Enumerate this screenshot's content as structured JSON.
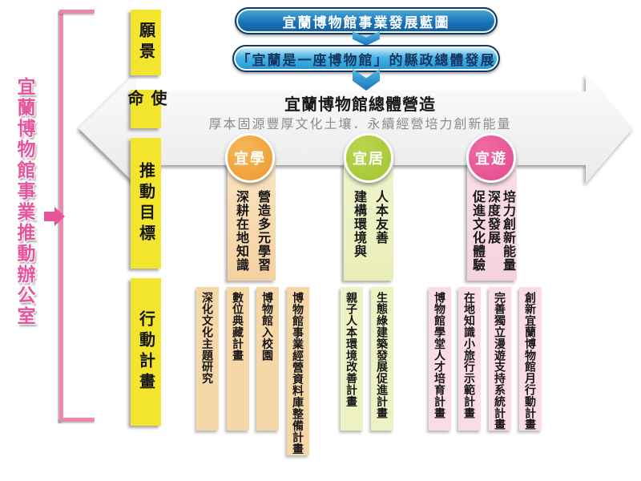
{
  "office": {
    "title_vertical": "宜蘭博物館事業推動辦公室"
  },
  "row_labels": {
    "vision": "願景",
    "mission": "使命",
    "goals": "推動目標",
    "plans": "行動計畫"
  },
  "banners": {
    "blueprint": "宜蘭博物館事業發展藍圖",
    "county": "「宜蘭是一座博物館」的縣政總體發展"
  },
  "mission_arrow": {
    "title": "宜蘭博物館總體營造",
    "subtitle": "厚本固源豐厚文化土壤．永續經營培力創新能量"
  },
  "pillars": [
    {
      "name": "宜學",
      "color": "#ee9a2e",
      "goal_columns": [
        "營造多元學習",
        "深耕在地知識"
      ],
      "plans": [
        "深化文化主題研究",
        "數位典藏計畫",
        "博物館入校園",
        "博物館事業經營資料庫整備計畫"
      ]
    },
    {
      "name": "宜居",
      "color": "#a2c431",
      "goal_columns": [
        "人本友善",
        "建構環境與"
      ],
      "plans": [
        "親子人本環境改善計畫",
        "生態綠建築發展促進計畫"
      ]
    },
    {
      "name": "宜遊",
      "color": "#e4498c",
      "goal_columns": [
        "培力創新能量",
        "深度發展",
        "促進文化體驗"
      ],
      "plans": [
        "博物館學堂人才培育計畫",
        "在地知識小旅行示範計畫",
        "完善獨立漫遊支持系統計畫",
        "創新宜蘭博物館月行動計畫"
      ]
    }
  ],
  "colors": {
    "accent_pink": "#e8549b",
    "label_yellow": "#f3e52e",
    "banner_dark_blue": "#1b74b8",
    "banner_light_blue": "#32a7e0",
    "plan_peach": "#f6d7a8",
    "plan_green": "#eef2c3",
    "plan_pink": "#f9dce5"
  }
}
